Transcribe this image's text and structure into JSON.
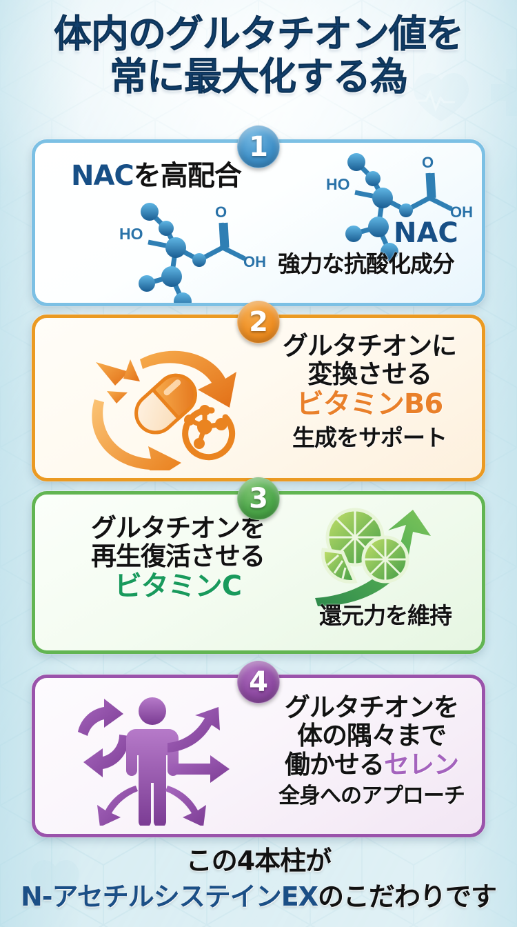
{
  "headline": {
    "line1": "体内のグルタチオン値を",
    "line2": "常に最大化する為"
  },
  "cards": [
    {
      "number": "1",
      "accent": "#3f90c8",
      "title_primary": "NAC",
      "title_rest": "を高配合",
      "molecule_label": "NAC",
      "atom_labels": {
        "ho": "HO",
        "o": "O",
        "oh": "OH"
      },
      "caption": "強力な抗酸化成分",
      "icon": "molecule-icon"
    },
    {
      "number": "2",
      "accent": "#ef8f23",
      "line1": "グルタチオンに",
      "line2": "変換させる",
      "highlight": "ビタミンB6",
      "caption": "生成をサポート",
      "icon": "capsule-cycle-icon"
    },
    {
      "number": "3",
      "accent": "#4da74a",
      "line1": "グルタチオンを",
      "line2": "再生復活させる",
      "highlight": "ビタミンC",
      "caption": "還元力を維持",
      "icon": "citrus-arrow-icon"
    },
    {
      "number": "4",
      "accent": "#8e4aa2",
      "line1": "グルタチオンを",
      "line2": "体の隅々まで",
      "line3_prefix": "働かせる",
      "highlight": "セレン",
      "caption": "全身へのアプローチ",
      "icon": "body-distribution-icon"
    }
  ],
  "footer": {
    "line1": "この4本柱が",
    "brand": "N-アセチルシステインEX",
    "line2_suffix": "のこだわりです"
  },
  "colors": {
    "headline": "#12406e",
    "blue": "#3f90c8",
    "orange": "#ef8f23",
    "green": "#4da74a",
    "purple": "#8e4aa2",
    "brand_navy": "#1b4f86"
  }
}
